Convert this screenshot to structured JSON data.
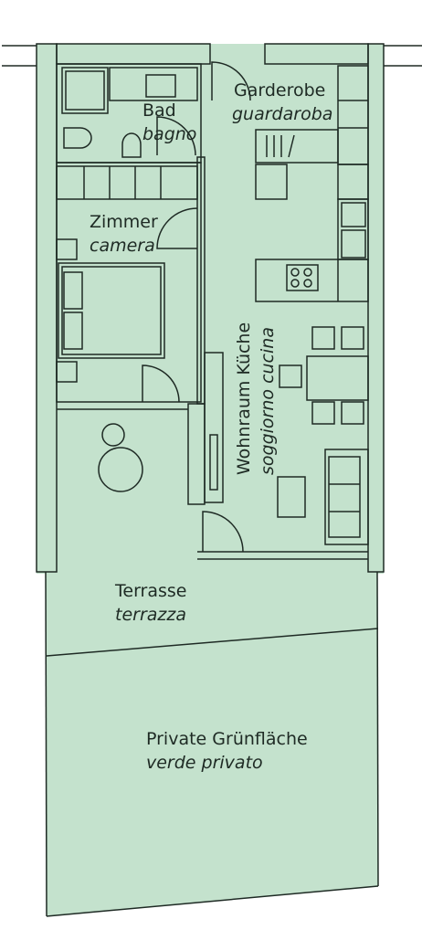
{
  "colors": {
    "fill": "#c4e2cd",
    "line": "#1e2a24",
    "wall": "#1e2a24",
    "background": "#ffffff"
  },
  "rooms": {
    "bad": {
      "name_de": "Bad",
      "name_it": "bagno"
    },
    "garderobe": {
      "name_de": "Garderobe",
      "name_it": "guardaroba"
    },
    "zimmer": {
      "name_de": "Zimmer",
      "name_it": "camera"
    },
    "wohnraum": {
      "name_de": "Wohnraum Küche",
      "name_it": "soggiorno cucina"
    },
    "terrasse": {
      "name_de": "Terrasse",
      "name_it": "terrazza"
    },
    "gruen": {
      "name_de": "Private Grünfläche",
      "name_it": "verde privato"
    }
  }
}
